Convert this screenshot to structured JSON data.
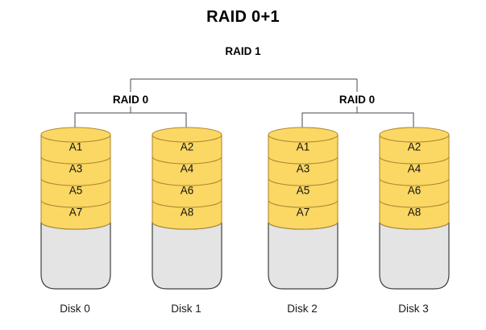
{
  "diagram": {
    "title": "RAID 0+1",
    "mirror_label": "RAID 1",
    "stripe_labels": [
      "RAID 0",
      "RAID 0"
    ],
    "colors": {
      "background": "#ffffff",
      "disk_fill": "#FBD864",
      "disk_stroke": "#B08B33",
      "empty_fill": "#E4E4E4",
      "empty_stroke": "#3F3F3F",
      "connector": "#4a4a4a",
      "text": "#000000"
    }
  },
  "disks": [
    {
      "name": "Disk 0",
      "stripes": [
        "A1",
        "A3",
        "A5",
        "A7"
      ]
    },
    {
      "name": "Disk 1",
      "stripes": [
        "A2",
        "A4",
        "A6",
        "A8"
      ]
    },
    {
      "name": "Disk 2",
      "stripes": [
        "A1",
        "A3",
        "A5",
        "A7"
      ]
    },
    {
      "name": "Disk 3",
      "stripes": [
        "A2",
        "A4",
        "A6",
        "A8"
      ]
    }
  ]
}
